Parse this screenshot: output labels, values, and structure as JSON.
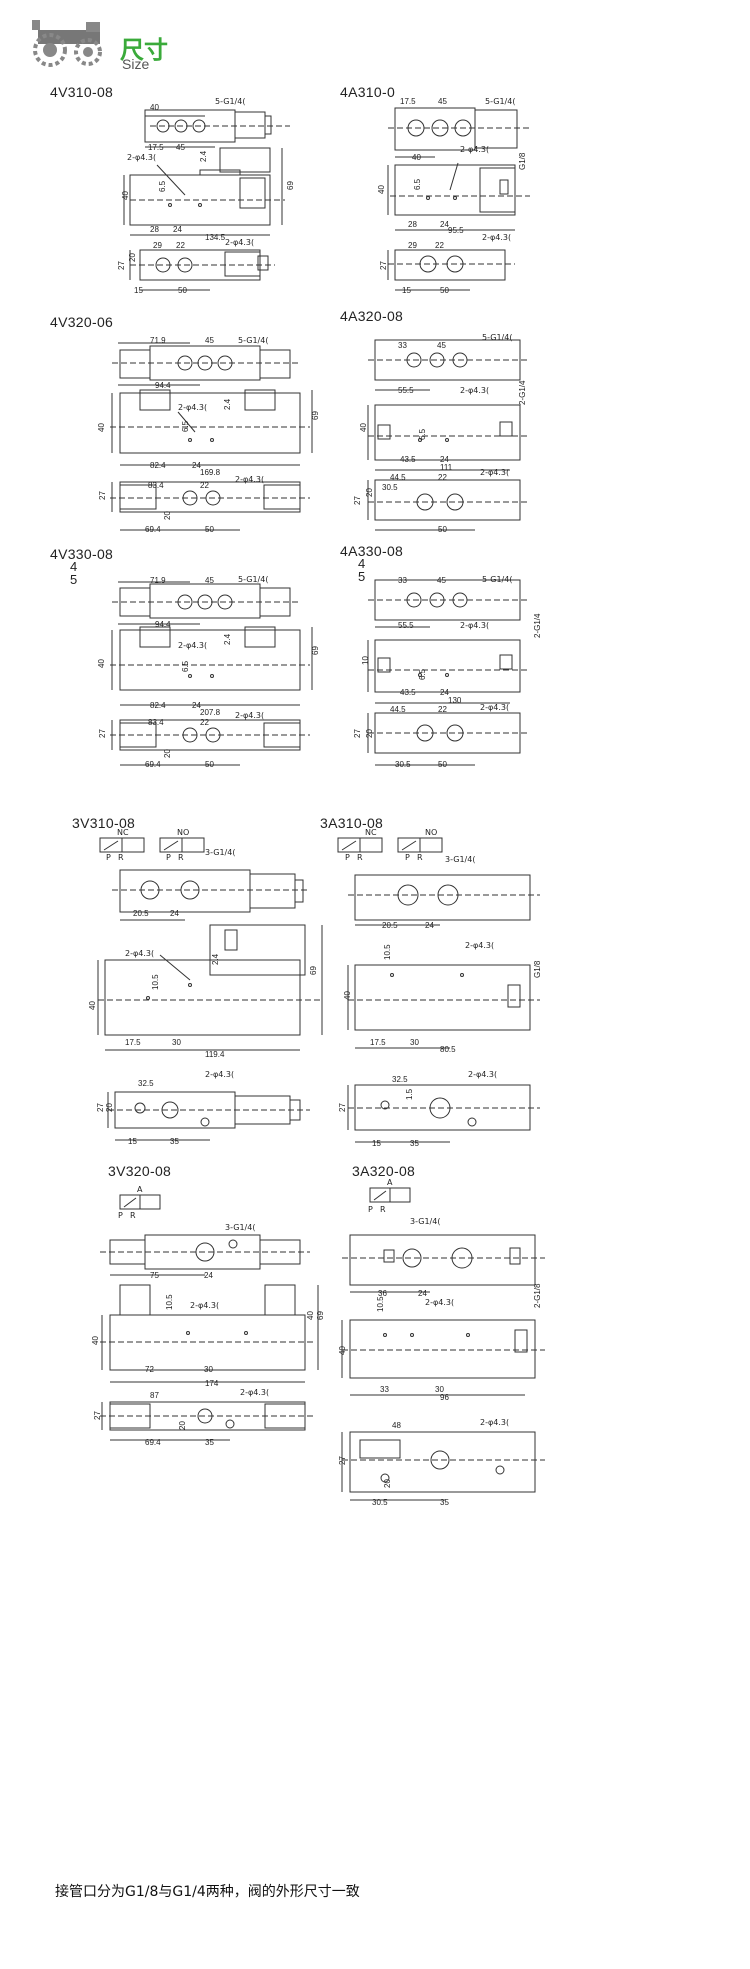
{
  "header": {
    "title": "尺寸",
    "subtitle": "Size",
    "logo_icon": "gear-tractor-logo-icon",
    "brand_color": "#3aaa3a"
  },
  "models": [
    {
      "id": "4V310",
      "name": "4V310-08"
    },
    {
      "id": "4A310",
      "name": "4A310-0"
    },
    {
      "id": "4V320",
      "name": "4V320-06"
    },
    {
      "id": "4A320",
      "name": "4A320-08"
    },
    {
      "id": "4V330",
      "name": "4V330-08",
      "variants": [
        "4",
        "5"
      ]
    },
    {
      "id": "4A330",
      "name": "4A330-08",
      "variants": [
        "4",
        "5"
      ]
    },
    {
      "id": "3V310",
      "name": "3V310-08"
    },
    {
      "id": "3A310",
      "name": "3A310-08"
    },
    {
      "id": "3V320",
      "name": "3V320-08"
    },
    {
      "id": "3A320",
      "name": "3A320-08"
    }
  ],
  "labels": {
    "port5_g14": "5-G1/4(",
    "port3_g14": "3-G1/4(",
    "port2_g14": "2-G1/4",
    "mount_hole": "2-φ4.3(",
    "g18": "G1/8",
    "g18_2": "2-G1/8",
    "nc": "NC",
    "no": "NO",
    "p": "P",
    "r": "R",
    "a": "A"
  },
  "dims": {
    "d_40": "40",
    "d_17_5": "17.5",
    "d_45": "45",
    "d_2_4": "2.4",
    "d_69": "69",
    "d_6_5": "6.5",
    "d_28": "28",
    "d_24": "24",
    "d_134_5": "134.5",
    "d_95_5": "95.5",
    "d_20": "20",
    "d_29": "29",
    "d_22": "22",
    "d_27": "27",
    "d_15": "15",
    "d_50": "50",
    "d_71_9": "71.9",
    "d_94_4": "94.4",
    "d_82_4": "82.4",
    "d_169_8": "169.8",
    "d_83_4": "83.4",
    "d_69_4": "69.4",
    "d_33": "33",
    "d_55_5": "55.5",
    "d_43_5": "43.5",
    "d_111": "111",
    "d_44_5": "44.5",
    "d_30_5": "30.5",
    "d_207_8": "207.8",
    "d_130": "130",
    "d_10": "10",
    "d_20_5": "20.5",
    "d_119_4": "119.4",
    "d_10_5": "10.5",
    "d_30": "30",
    "d_80_5": "80.5",
    "d_32_5": "32.5",
    "d_35": "35",
    "d_1_5": "1.5",
    "d_75": "75",
    "d_174": "174",
    "d_72": "72",
    "d_87": "87",
    "d_36": "36",
    "d_96": "96",
    "d_48": "48"
  },
  "footer_note": "接管口分为G1/8与G1/4两种，阀的外形尺寸一致"
}
